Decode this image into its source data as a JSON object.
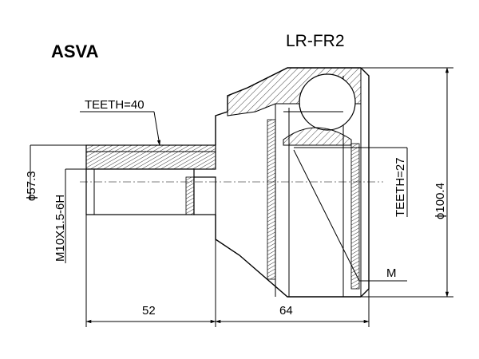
{
  "brand": "ASVA",
  "part_number": "LR-FR2",
  "labels": {
    "teeth_outer": "TEETH=40",
    "teeth_inner": "TEETH=27",
    "thread": "M10X1.5-6H",
    "dia_small": "ϕ57.3",
    "dia_large": "ϕ100.4",
    "len_shaft": "52",
    "len_body": "64",
    "marker": "M"
  }
}
